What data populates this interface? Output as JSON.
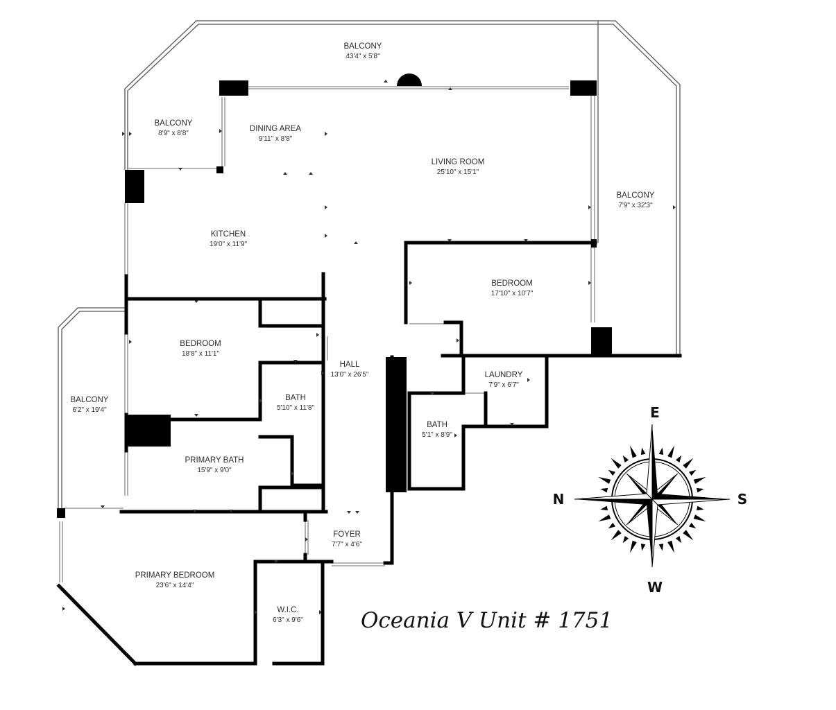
{
  "rooms": {
    "balcony_top": {
      "name": "BALCONY",
      "dims": "43'4\" x 5'8\""
    },
    "balcony_nw": {
      "name": "BALCONY",
      "dims": "8'9\" x 8'8\""
    },
    "dining_area": {
      "name": "DINING AREA",
      "dims": "9'11\" x 8'8\""
    },
    "living_room": {
      "name": "LIVING ROOM",
      "dims": "25'10\" x 15'1\""
    },
    "balcony_east": {
      "name": "BALCONY",
      "dims": "7'9\" x 32'3\""
    },
    "kitchen": {
      "name": "KITCHEN",
      "dims": "19'0\" x 11'9\""
    },
    "bedroom_east": {
      "name": "BEDROOM",
      "dims": "17'10\" x 10'7\""
    },
    "bedroom_west": {
      "name": "BEDROOM",
      "dims": "18'8\" x 11'1\""
    },
    "hall": {
      "name": "HALL",
      "dims": "13'0\" x 26'5\""
    },
    "laundry": {
      "name": "LAUNDRY",
      "dims": "7'9\" x 6'7\""
    },
    "balcony_west": {
      "name": "BALCONY",
      "dims": "6'2\" x 19'4\""
    },
    "bath_center": {
      "name": "BATH",
      "dims": "5'10\" x 11'8\""
    },
    "bath_east": {
      "name": "BATH",
      "dims": "5'1\" x 8'9\""
    },
    "primary_bath": {
      "name": "PRIMARY BATH",
      "dims": "15'9\" x 9'0\""
    },
    "foyer": {
      "name": "FOYER",
      "dims": "7'7\" x 4'6\""
    },
    "primary_bedroom": {
      "name": "PRIMARY BEDROOM",
      "dims": "23'6\" x 14'4\""
    },
    "wic": {
      "name": "W.I.C.",
      "dims": "6'3\" x 9'6\""
    }
  },
  "compass": {
    "top": "E",
    "left": "N",
    "right": "S",
    "bottom": "W"
  },
  "caption": "Oceania V Unit # 1751",
  "colors": {
    "wall": "#000000",
    "thin_line": "#555555",
    "background": "#ffffff"
  }
}
